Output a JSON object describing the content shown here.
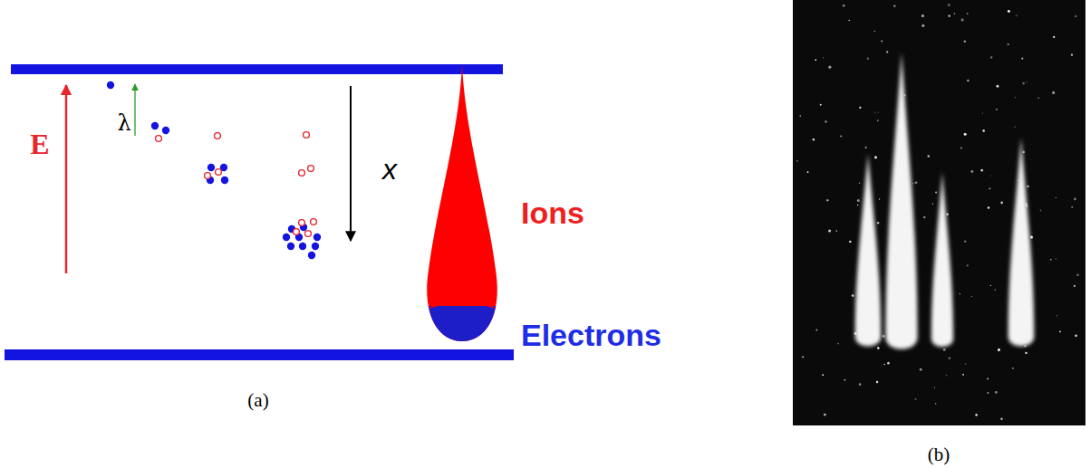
{
  "diagram": {
    "labels": [
      "E",
      "λ",
      "x",
      "Ions",
      "Electrons",
      "(a)",
      "(b)"
    ]
  }
}
